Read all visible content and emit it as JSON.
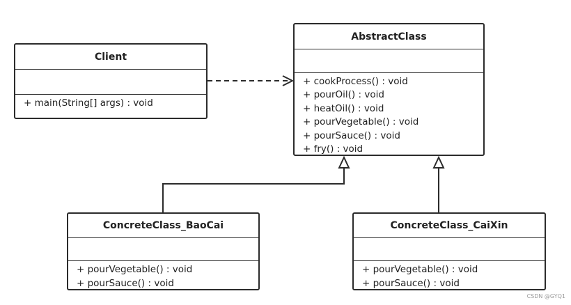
{
  "diagram": {
    "classes": {
      "client": {
        "name": "Client",
        "operations": [
          "+ main(String[] args) : void"
        ]
      },
      "abstract": {
        "name": "AbstractClass",
        "operations": [
          "+ cookProcess() :  void",
          "+ pourOil() : void",
          "+ heatOil() : void",
          "+ pourVegetable() : void",
          "+ pourSauce() : void",
          "+ fry() : void"
        ]
      },
      "baocai": {
        "name": "ConcreteClass_BaoCai",
        "operations": [
          "+ pourVegetable() : void",
          "+ pourSauce() : void"
        ]
      },
      "caixin": {
        "name": "ConcreteClass_CaiXin",
        "operations": [
          "+ pourVegetable() : void",
          "+ pourSauce() : void"
        ]
      }
    },
    "relations": [
      {
        "type": "dependency",
        "from": "client",
        "to": "abstract"
      },
      {
        "type": "generalization",
        "from": "baocai",
        "to": "abstract"
      },
      {
        "type": "generalization",
        "from": "caixin",
        "to": "abstract"
      }
    ],
    "colors": {
      "stroke": "#2b2b2b",
      "background": "#ffffff"
    }
  },
  "watermark": "CSDN @GYQ1"
}
